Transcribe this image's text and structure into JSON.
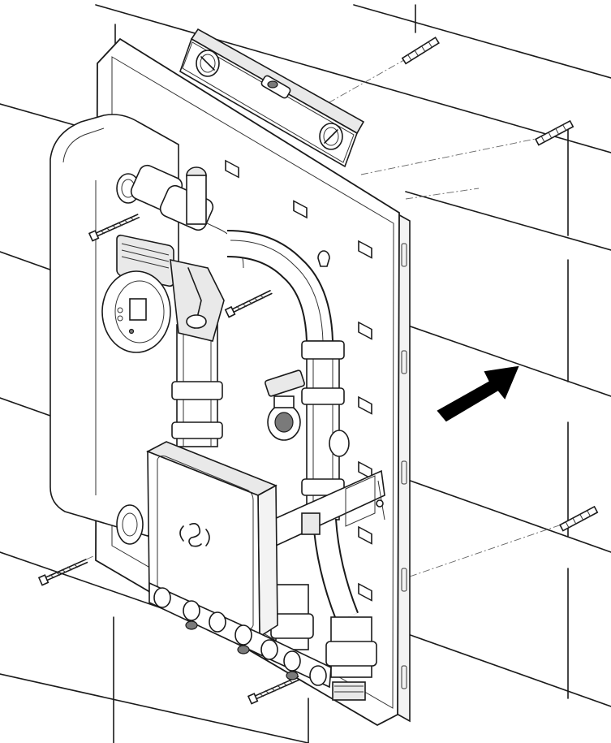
{
  "figure": {
    "type": "installation-diagram",
    "colors": {
      "line": "#1a1a1a",
      "background": "#ffffff",
      "arrow": "#000000"
    },
    "components": [
      "spirit-level",
      "mounting-plate",
      "wall-plugs",
      "mounting-screws",
      "circulation-pump",
      "control-box",
      "insulation-shell",
      "pipework",
      "ball-valve",
      "manifold",
      "direction-arrow"
    ]
  }
}
